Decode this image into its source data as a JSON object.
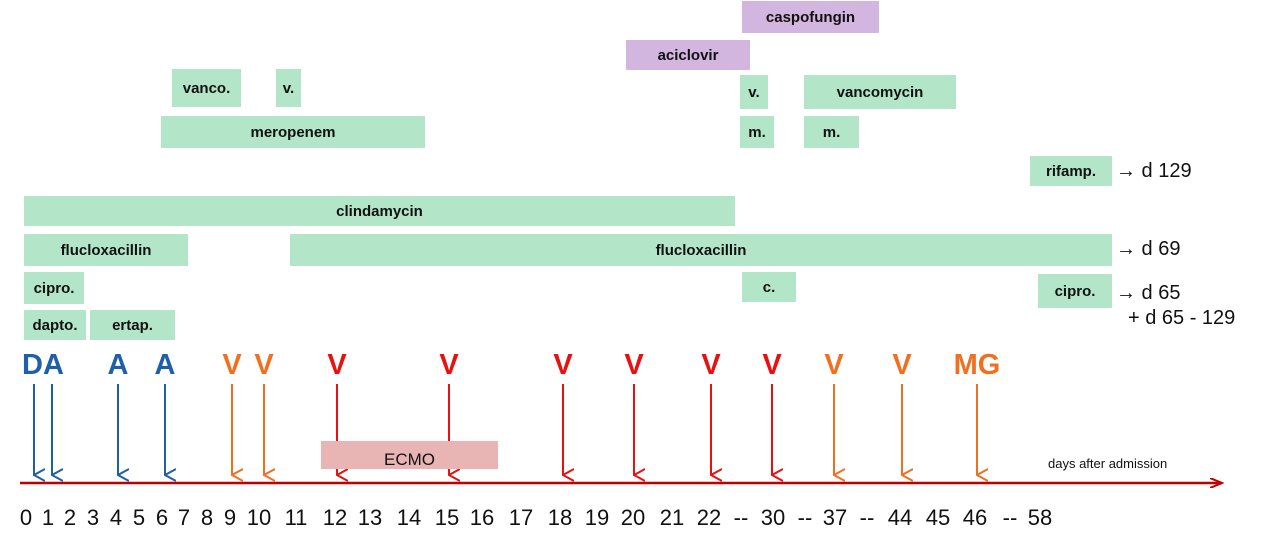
{
  "colors": {
    "drug_bar": "#b3e6c8",
    "antifungal_bar": "#d3b6e0",
    "ecmo_bar": "#e9b4b4",
    "axis": "#c00000",
    "blue_event": "#1f5fa8",
    "orange_event": "#f07020",
    "red_event": "#e81010"
  },
  "axis": {
    "caption": "days after admission",
    "ticks": [
      "0",
      "1",
      "2",
      "3",
      "4",
      "5",
      "6",
      "7",
      "8",
      "9",
      "10",
      "11",
      "12",
      "13",
      "14",
      "15",
      "16",
      "17",
      "18",
      "19",
      "20",
      "21",
      "22",
      "--",
      "30",
      "--",
      "37",
      "--",
      "44",
      "45",
      "46",
      "--",
      "58"
    ]
  },
  "drugs": [
    {
      "label": "caspofungin",
      "color": "purple"
    },
    {
      "label": "aciclovir",
      "color": "purple"
    },
    {
      "label": "vanco.",
      "color": "green"
    },
    {
      "label": "v.",
      "color": "green"
    },
    {
      "label": "v.",
      "color": "green"
    },
    {
      "label": "vancomycin",
      "color": "green"
    },
    {
      "label": "meropenem",
      "color": "green"
    },
    {
      "label": "m.",
      "color": "green"
    },
    {
      "label": "m.",
      "color": "green"
    },
    {
      "label": "rifamp.",
      "color": "green"
    },
    {
      "label": "clindamycin",
      "color": "green"
    },
    {
      "label": "flucloxacillin",
      "color": "green"
    },
    {
      "label": "flucloxacillin",
      "color": "green"
    },
    {
      "label": "cipro.",
      "color": "green"
    },
    {
      "label": "c.",
      "color": "green"
    },
    {
      "label": "cipro.",
      "color": "green"
    },
    {
      "label": "dapto.",
      "color": "green"
    },
    {
      "label": "ertap.",
      "color": "green"
    }
  ],
  "ecmo": {
    "label": "ECMO"
  },
  "notes": {
    "rifamp": "→ d 129",
    "fluclox": "→ d 69",
    "cipro": "→ d 65",
    "dapto": "+ d 65 - 129"
  },
  "events": [
    {
      "label": "DA",
      "color": "blue"
    },
    {
      "label": "A",
      "color": "blue"
    },
    {
      "label": "A",
      "color": "blue"
    },
    {
      "label": "V",
      "color": "orange"
    },
    {
      "label": "V",
      "color": "orange"
    },
    {
      "label": "V",
      "color": "red"
    },
    {
      "label": "V",
      "color": "red"
    },
    {
      "label": "V",
      "color": "red"
    },
    {
      "label": "V",
      "color": "red"
    },
    {
      "label": "V",
      "color": "red"
    },
    {
      "label": "V",
      "color": "red"
    },
    {
      "label": "V",
      "color": "orange"
    },
    {
      "label": "V",
      "color": "orange"
    },
    {
      "label": "MG",
      "color": "orange"
    }
  ]
}
